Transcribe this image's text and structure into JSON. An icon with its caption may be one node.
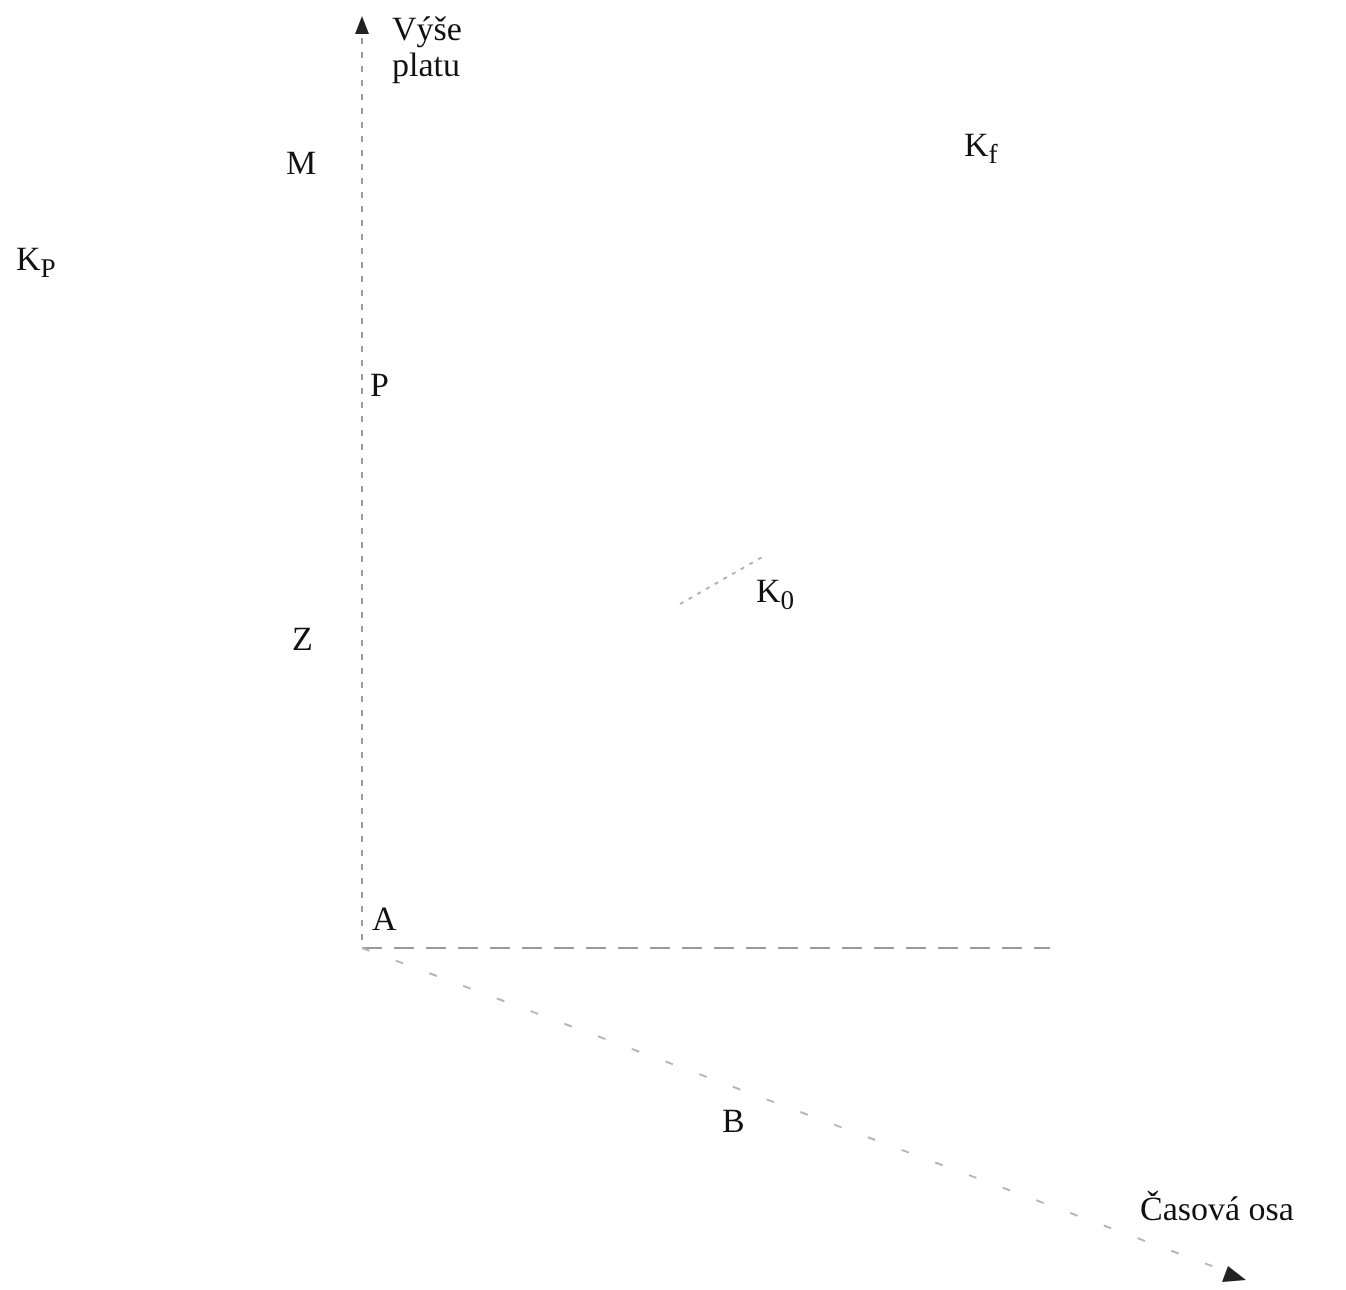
{
  "diagram": {
    "labels": [
      "Výše platu",
      "M",
      "K$_{f}$",
      "K$_{P}$",
      "P",
      "Z",
      "K$_{0}$",
      "A",
      "B",
      "Časová osa"
    ]
  }
}
